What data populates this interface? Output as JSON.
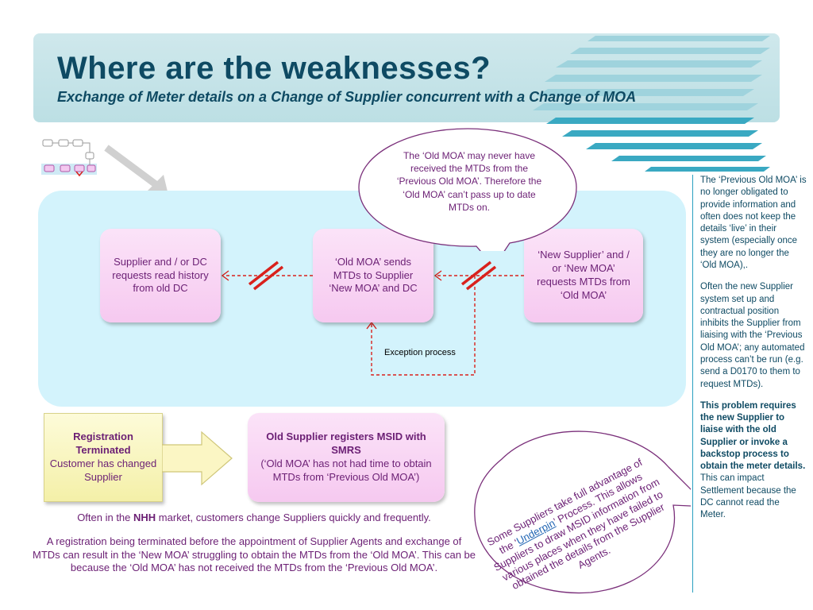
{
  "header": {
    "title": "Where are the weaknesses?",
    "subtitle": "Exchange of Meter details on a Change of Supplier concurrent with a Change of MOA"
  },
  "flow": {
    "box_left": "Supplier and / or DC requests read history from old DC",
    "box_middle": "‘Old MOA’ sends MTDs to Supplier ‘New MOA’ and DC",
    "box_right": "‘New Supplier’ and / or  ‘New MOA’ requests MTDs from ‘Old MOA’",
    "exception_label": "Exception process",
    "speech": "The ‘Old MOA’ may never have received the MTDs from the ‘Previous Old MOA’.  Therefore the ‘Old MOA’ can’t pass up to date MTDs on."
  },
  "registration": {
    "title": "Registration Terminated",
    "body": "Customer has changed Supplier"
  },
  "old_supplier": {
    "title": "Old Supplier registers MSID with SMRS",
    "body": "(‘Old MOA’ has not had time to obtain MTDs from ‘Previous Old MOA’)"
  },
  "note": {
    "line1_pre": "Often in the ",
    "line1_bold": "NHH",
    "line1_post": " market, customers change Suppliers quickly and frequently.",
    "para2": "A registration being terminated before the appointment of Supplier Agents and exchange of MTDs can result in the ‘New MOA’ struggling to obtain the MTDs from the ‘Old MOA’.  This can be because the ‘Old MOA’ has not received the MTDs from the ‘Previous Old MOA’."
  },
  "sidebar": {
    "p1": "The ‘Previous Old MOA’ is no longer obligated to provide information and often does not keep the details ‘live’ in their system (especially once they are no longer the ‘Old MOA),.",
    "p2": "Often the new Supplier system set up and contractual position inhibits the Supplier from liaising with the ‘Previous Old MOA’; any automated process can’t be run (e.g. send a D0170 to them to request MTDs).",
    "p3_bold": "This problem requires the new Supplier to liaise with the old Supplier or invoke a backstop process to obtain the meter details.",
    "p3_body": "This can impact Settlement because the DC cannot read the Meter."
  },
  "oval": {
    "pre": "Some Suppliers take full advantage of the ‘",
    "link": "Underpin",
    "post": "’ Process.  This allows Suppliers to draw MSID information from various places when they have failed to obtained the details from the Supplier Agents."
  },
  "colors": {
    "title": "#0e4a63",
    "text_purple": "#6b1f74",
    "dashed_red": "#d9211c",
    "flow_bg": "#d3f3fc"
  }
}
